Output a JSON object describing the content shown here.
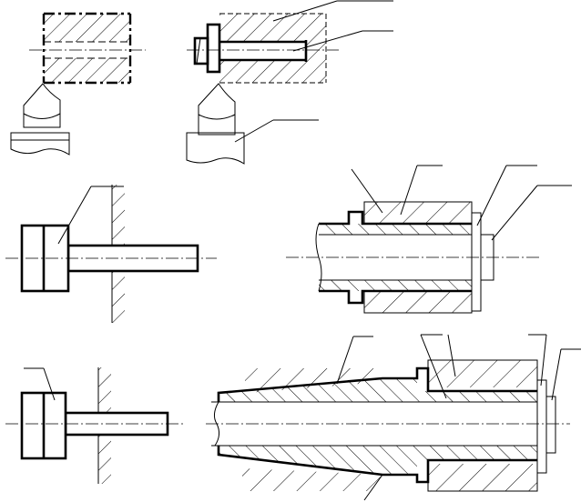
{
  "figure": {
    "description_visible_text": [],
    "views": [
      {
        "id": "fig-a",
        "parts": [
          "phantom-workpiece",
          "cutting-tool",
          "tool-holder"
        ]
      },
      {
        "id": "fig-b",
        "parts": [
          "phantom-workpiece",
          "mandrel",
          "collar",
          "cutting-tool",
          "tool-holder"
        ]
      },
      {
        "id": "fig-c",
        "parts": [
          "piston-disc",
          "rod",
          "wall"
        ]
      },
      {
        "id": "fig-d",
        "parts": [
          "bushing",
          "housing",
          "washer",
          "nut"
        ]
      },
      {
        "id": "fig-e",
        "parts": [
          "piston-disc",
          "rod",
          "wall"
        ]
      },
      {
        "id": "fig-f",
        "parts": [
          "tapered-sleeve",
          "housing",
          "cylindrical-housing",
          "washer",
          "nut"
        ]
      }
    ],
    "line_color": "#000000",
    "background_color": "#ffffff"
  }
}
